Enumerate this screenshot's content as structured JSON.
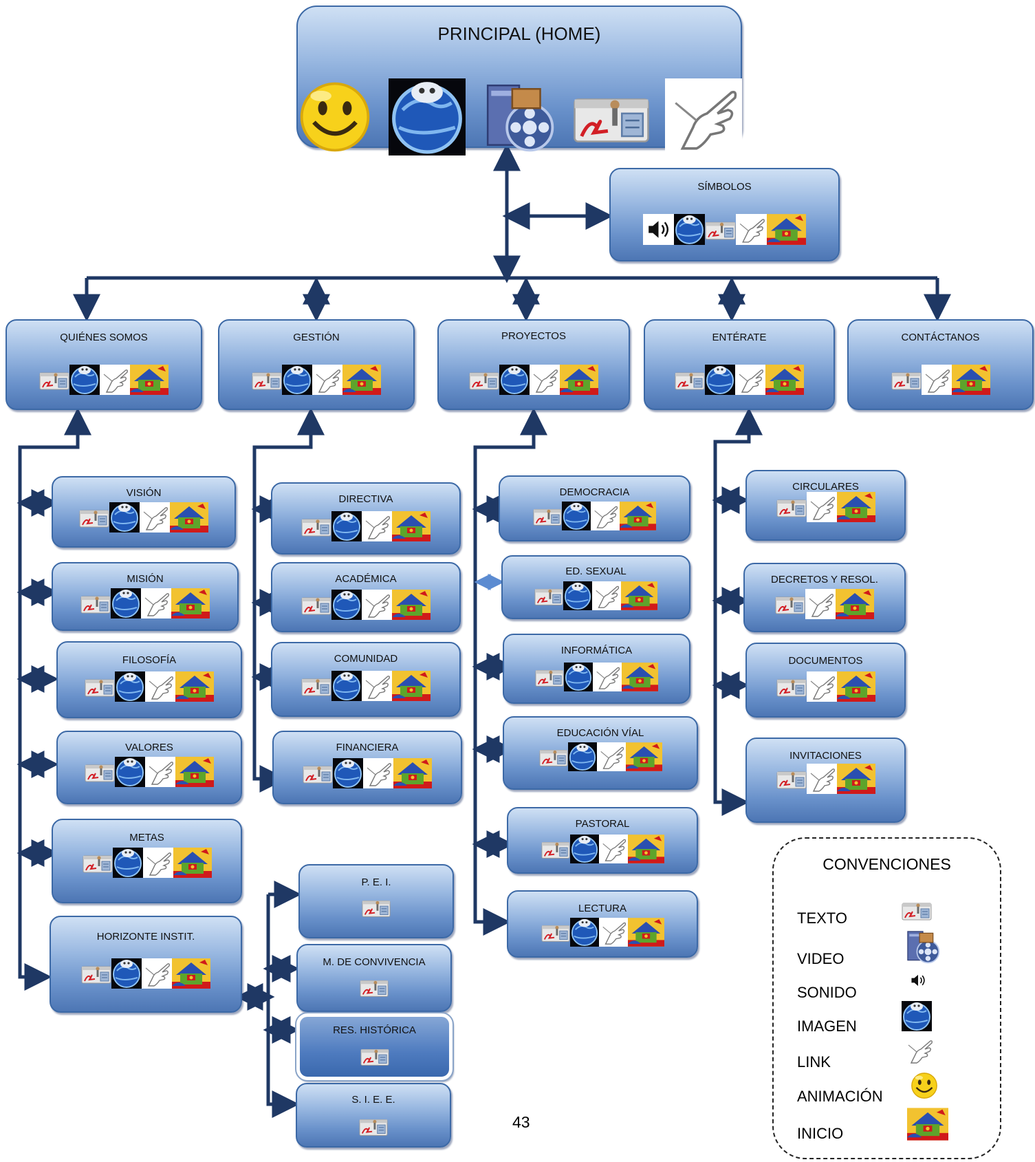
{
  "home": {
    "title": "PRINCIPAL  (HOME)",
    "icons": [
      "smiley-icon",
      "globe-icon",
      "video-icon",
      "pdf-text-icon",
      "link-hand-icon"
    ]
  },
  "simbolos": {
    "title": "SÍMBOLOS",
    "icons": [
      "speaker-icon",
      "globe-icon",
      "pdf-text-icon",
      "link-hand-icon",
      "house-icon"
    ]
  },
  "sections": {
    "quienes": {
      "title": "QUIÉNES SOMOS",
      "icons": [
        "pdf-text-icon",
        "globe-icon",
        "link-hand-icon",
        "house-icon"
      ]
    },
    "gestion": {
      "title": "GESTIÓN",
      "icons": [
        "pdf-text-icon",
        "globe-icon",
        "link-hand-icon",
        "house-icon"
      ]
    },
    "proyectos": {
      "title": "PROYECTOS",
      "icons": [
        "pdf-text-icon",
        "globe-icon",
        "link-hand-icon",
        "house-icon"
      ]
    },
    "enterate": {
      "title": "ENTÉRATE",
      "icons": [
        "pdf-text-icon",
        "globe-icon",
        "link-hand-icon",
        "house-icon"
      ]
    },
    "contactanos": {
      "title": "CONTÁCTANOS",
      "icons": [
        "pdf-text-icon",
        "link-hand-icon",
        "house-icon"
      ]
    }
  },
  "quienes_children": {
    "vision": {
      "title": "VISIÓN",
      "icons": [
        "pdf-text-icon",
        "globe-icon",
        "link-hand-icon",
        "house-icon"
      ]
    },
    "mision": {
      "title": "MISIÓN",
      "icons": [
        "pdf-text-icon",
        "globe-icon",
        "link-hand-icon",
        "house-icon"
      ]
    },
    "filosofia": {
      "title": "FILOSOFÍA",
      "icons": [
        "pdf-text-icon",
        "globe-icon",
        "link-hand-icon",
        "house-icon"
      ]
    },
    "valores": {
      "title": "VALORES",
      "icons": [
        "pdf-text-icon",
        "globe-icon",
        "link-hand-icon",
        "house-icon"
      ]
    },
    "metas": {
      "title": "METAS",
      "icons": [
        "pdf-text-icon",
        "globe-icon",
        "link-hand-icon",
        "house-icon"
      ]
    },
    "horizonte": {
      "title": "HORIZONTE  INSTIT.",
      "icons": [
        "pdf-text-icon",
        "globe-icon",
        "link-hand-icon",
        "house-icon"
      ]
    }
  },
  "horizonte_children": {
    "pei": {
      "title": "P. E. I.",
      "icons": [
        "pdf-text-icon"
      ]
    },
    "convivencia": {
      "title": "M. DE CONVIVENCIA",
      "icons": [
        "pdf-text-icon"
      ]
    },
    "historica": {
      "title": "RES. HISTÓRICA",
      "icons": [
        "pdf-text-icon"
      ]
    },
    "siee": {
      "title": "S. I. E. E.",
      "icons": [
        "pdf-text-icon"
      ]
    }
  },
  "gestion_children": {
    "directiva": {
      "title": "DIRECTIVA",
      "icons": [
        "pdf-text-icon",
        "globe-icon",
        "link-hand-icon",
        "house-icon"
      ]
    },
    "academica": {
      "title": "ACADÉMICA",
      "icons": [
        "pdf-text-icon",
        "globe-icon",
        "link-hand-icon",
        "house-icon"
      ]
    },
    "comunidad": {
      "title": "COMUNIDAD",
      "icons": [
        "pdf-text-icon",
        "globe-icon",
        "link-hand-icon",
        "house-icon"
      ]
    },
    "financiera": {
      "title": "FINANCIERA",
      "icons": [
        "pdf-text-icon",
        "globe-icon",
        "link-hand-icon",
        "house-icon"
      ]
    }
  },
  "proyectos_children": {
    "democracia": {
      "title": "DEMOCRACIA",
      "icons": [
        "pdf-text-icon",
        "globe-icon",
        "link-hand-icon",
        "house-icon"
      ]
    },
    "sexual": {
      "title": "ED. SEXUAL",
      "icons": [
        "pdf-text-icon",
        "globe-icon",
        "link-hand-icon",
        "house-icon"
      ]
    },
    "informatica": {
      "title": "INFORMÁTICA",
      "icons": [
        "pdf-text-icon",
        "globe-icon",
        "link-hand-icon",
        "house-icon"
      ]
    },
    "vial": {
      "title": "EDUCACIÓN VÍAL",
      "icons": [
        "pdf-text-icon",
        "globe-icon",
        "link-hand-icon",
        "house-icon"
      ]
    },
    "pastoral": {
      "title": "PASTORAL",
      "icons": [
        "pdf-text-icon",
        "globe-icon",
        "link-hand-icon",
        "house-icon"
      ]
    },
    "lectura": {
      "title": "LECTURA",
      "icons": [
        "pdf-text-icon",
        "globe-icon",
        "link-hand-icon",
        "house-icon"
      ]
    }
  },
  "enterate_children": {
    "circulares": {
      "title": "CIRCULARES",
      "icons": [
        "pdf-text-icon",
        "link-hand-icon",
        "house-icon"
      ]
    },
    "decretos": {
      "title": "DECRETOS Y RESOL.",
      "icons": [
        "pdf-text-icon",
        "link-hand-icon",
        "house-icon"
      ]
    },
    "documentos": {
      "title": "DOCUMENTOS",
      "icons": [
        "pdf-text-icon",
        "link-hand-icon",
        "house-icon"
      ]
    },
    "invitaciones": {
      "title": "INVITACIONES",
      "icons": [
        "pdf-text-icon",
        "link-hand-icon",
        "house-icon"
      ]
    }
  },
  "legend": {
    "title": "CONVENCIONES",
    "items": [
      {
        "label": "TEXTO",
        "icon": "pdf-text-icon"
      },
      {
        "label": "VIDEO",
        "icon": "video-icon"
      },
      {
        "label": "SONIDO",
        "icon": "speaker-icon"
      },
      {
        "label": "IMAGEN",
        "icon": "globe-icon"
      },
      {
        "label": "LINK",
        "icon": "link-hand-icon"
      },
      {
        "label": "ANIMACIÓN",
        "icon": "smiley-icon"
      },
      {
        "label": "INICIO",
        "icon": "house-icon"
      }
    ]
  },
  "page_number": "43",
  "colors": {
    "connector": "#1f3864",
    "box_border": "#3c69a6"
  }
}
